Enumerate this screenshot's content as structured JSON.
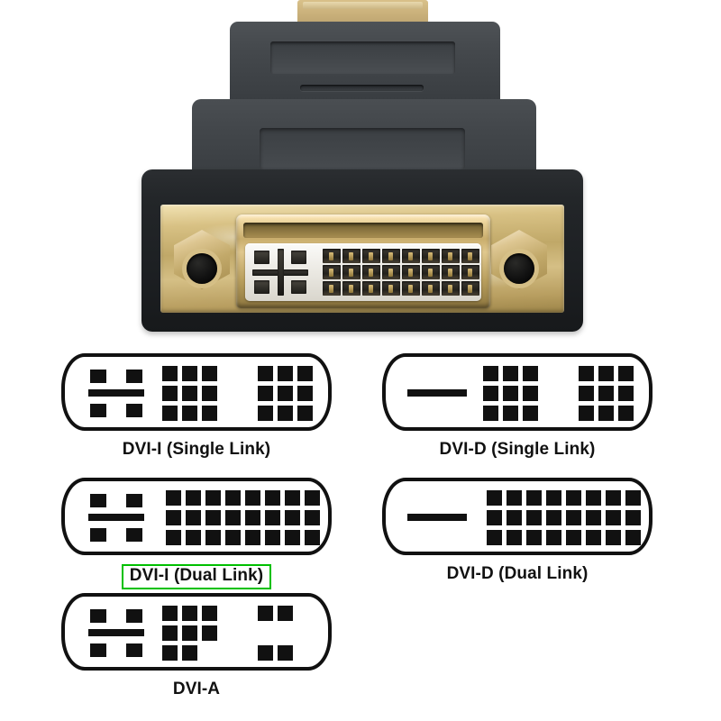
{
  "page": {
    "background_color": "#ffffff",
    "description": "HDMI female to DVI-I dual link male adapter photo above a DVI connector pinout reference chart"
  },
  "product_photo": {
    "name": "dvi-hdmi-adapter-photo",
    "body_color": "#2b2e31",
    "metal_color": "#c9ad6c",
    "insulator_color": "#eceae4",
    "parts": {
      "hdmi_plug": "hdmi-male-plug",
      "housing_upper": "adapter-body-upper-step",
      "housing_middle": "adapter-body-middle-step",
      "housing_front": "adapter-front-flange",
      "screw_left": "thumbscrew-hole-left",
      "screw_right": "thumbscrew-hole-right",
      "dvi_port": "dvi-i-dual-link-female-port"
    },
    "port_pin_columns": 8,
    "port_pin_rows": 3,
    "port_analog_pins": 4
  },
  "chart_data": {
    "type": "diagram",
    "title": "DVI connector pinout reference",
    "highlight_color": "#00c000",
    "line_color": "#111111",
    "selected": "DVI-I (Dual Link)",
    "connectors": [
      {
        "id": "dvi-i-single-link",
        "label": "DVI-I (Single Link)",
        "highlighted": false,
        "analog_group": "four-pins-with-blade",
        "analog_pins": 4,
        "has_flat_blade": true,
        "digital_groups": [
          {
            "columns": 3,
            "rows": 3,
            "pattern": [
              [
                1,
                1,
                1
              ],
              [
                1,
                1,
                1
              ],
              [
                1,
                1,
                1
              ]
            ]
          },
          {
            "columns": 3,
            "rows": 3,
            "pattern": [
              [
                1,
                1,
                1
              ],
              [
                1,
                1,
                1
              ],
              [
                1,
                1,
                1
              ]
            ]
          }
        ],
        "total_digital_pins": 18
      },
      {
        "id": "dvi-d-single-link",
        "label": "DVI-D (Single Link)",
        "highlighted": false,
        "analog_group": "blade-only",
        "analog_pins": 0,
        "has_flat_blade": true,
        "digital_groups": [
          {
            "columns": 3,
            "rows": 3,
            "pattern": [
              [
                1,
                1,
                1
              ],
              [
                1,
                1,
                1
              ],
              [
                1,
                1,
                1
              ]
            ]
          },
          {
            "columns": 3,
            "rows": 3,
            "pattern": [
              [
                1,
                1,
                1
              ],
              [
                1,
                1,
                1
              ],
              [
                1,
                1,
                1
              ]
            ]
          }
        ],
        "total_digital_pins": 18
      },
      {
        "id": "dvi-i-dual-link",
        "label": "DVI-I (Dual Link)",
        "highlighted": true,
        "analog_group": "four-pins-with-blade",
        "analog_pins": 4,
        "has_flat_blade": true,
        "digital_groups": [
          {
            "columns": 8,
            "rows": 3,
            "pattern": [
              [
                1,
                1,
                1,
                1,
                1,
                1,
                1,
                1
              ],
              [
                1,
                1,
                1,
                1,
                1,
                1,
                1,
                1
              ],
              [
                1,
                1,
                1,
                1,
                1,
                1,
                1,
                1
              ]
            ]
          }
        ],
        "total_digital_pins": 24
      },
      {
        "id": "dvi-d-dual-link",
        "label": "DVI-D (Dual Link)",
        "highlighted": false,
        "analog_group": "blade-only",
        "analog_pins": 0,
        "has_flat_blade": true,
        "digital_groups": [
          {
            "columns": 8,
            "rows": 3,
            "pattern": [
              [
                1,
                1,
                1,
                1,
                1,
                1,
                1,
                1
              ],
              [
                1,
                1,
                1,
                1,
                1,
                1,
                1,
                1
              ],
              [
                1,
                1,
                1,
                1,
                1,
                1,
                1,
                1
              ]
            ]
          }
        ],
        "total_digital_pins": 24
      },
      {
        "id": "dvi-a",
        "label": "DVI-A",
        "highlighted": false,
        "analog_group": "four-pins-with-blade",
        "analog_pins": 4,
        "has_flat_blade": true,
        "digital_groups": [
          {
            "columns": 3,
            "rows": 3,
            "pattern": [
              [
                1,
                1,
                1
              ],
              [
                1,
                1,
                1
              ],
              [
                1,
                1,
                0
              ]
            ]
          },
          {
            "columns": 2,
            "rows": 3,
            "pattern": [
              [
                1,
                1
              ],
              [
                0,
                0
              ],
              [
                1,
                1
              ]
            ]
          }
        ],
        "total_digital_pins": 12
      }
    ]
  }
}
